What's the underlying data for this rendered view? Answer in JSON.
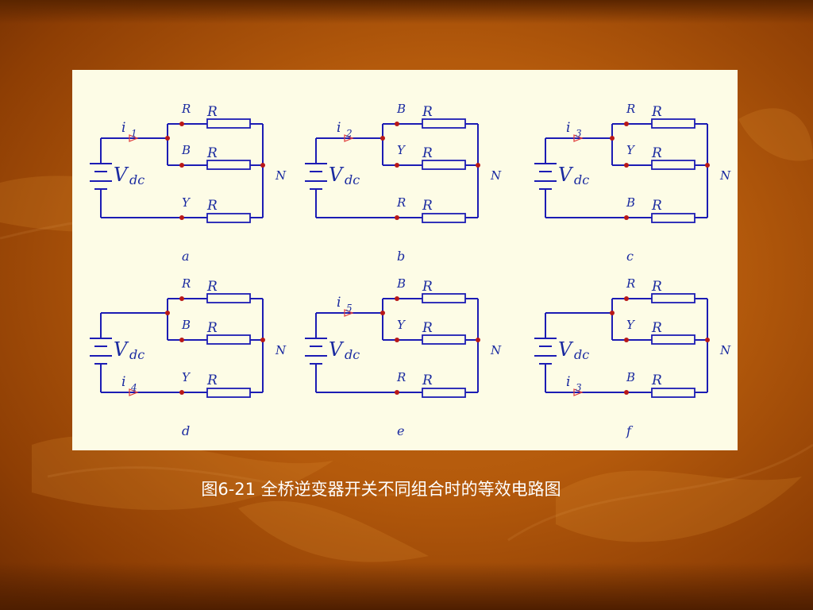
{
  "caption": "图6-21 全桥逆变器开关不同组合时的等效电路图",
  "circuits": [
    {
      "id": "a",
      "sublabel": "a",
      "top": "R",
      "mid": "B",
      "bot": "Y",
      "R": "R",
      "N": "N",
      "V": "V",
      "dc": "dc",
      "i_top": "i",
      "i_top_sub": "1",
      "i_bot": "",
      "i_bot_sub": ""
    },
    {
      "id": "b",
      "sublabel": "b",
      "top": "B",
      "mid": "Y",
      "bot": "R",
      "R": "R",
      "N": "N",
      "V": "V",
      "dc": "dc",
      "i_top": "i",
      "i_top_sub": "2",
      "i_bot": "",
      "i_bot_sub": ""
    },
    {
      "id": "c",
      "sublabel": "c",
      "top": "R",
      "mid": "Y",
      "bot": "B",
      "R": "R",
      "N": "N",
      "V": "V",
      "dc": "dc",
      "i_top": "i",
      "i_top_sub": "3",
      "i_bot": "",
      "i_bot_sub": ""
    },
    {
      "id": "d",
      "sublabel": "d",
      "top": "R",
      "mid": "B",
      "bot": "Y",
      "R": "R",
      "N": "N",
      "V": "V",
      "dc": "dc",
      "i_top": "",
      "i_top_sub": "",
      "i_bot": "i",
      "i_bot_sub": "4"
    },
    {
      "id": "e",
      "sublabel": "e",
      "top": "B",
      "mid": "Y",
      "bot": "R",
      "R": "R",
      "N": "N",
      "V": "V",
      "dc": "dc",
      "i_top": "i",
      "i_top_sub": "5",
      "i_bot": "",
      "i_bot_sub": ""
    },
    {
      "id": "f",
      "sublabel": "f",
      "top": "R",
      "mid": "Y",
      "bot": "B",
      "R": "R",
      "N": "N",
      "V": "V",
      "dc": "dc",
      "i_top": "",
      "i_top_sub": "",
      "i_bot": "i",
      "i_bot_sub": "3"
    }
  ],
  "colors": {
    "wire": "#1c1cb4",
    "node": "#b81818",
    "arrow": "#e03a3a",
    "panel": "#fdfce6",
    "caption": "#ffffff"
  }
}
